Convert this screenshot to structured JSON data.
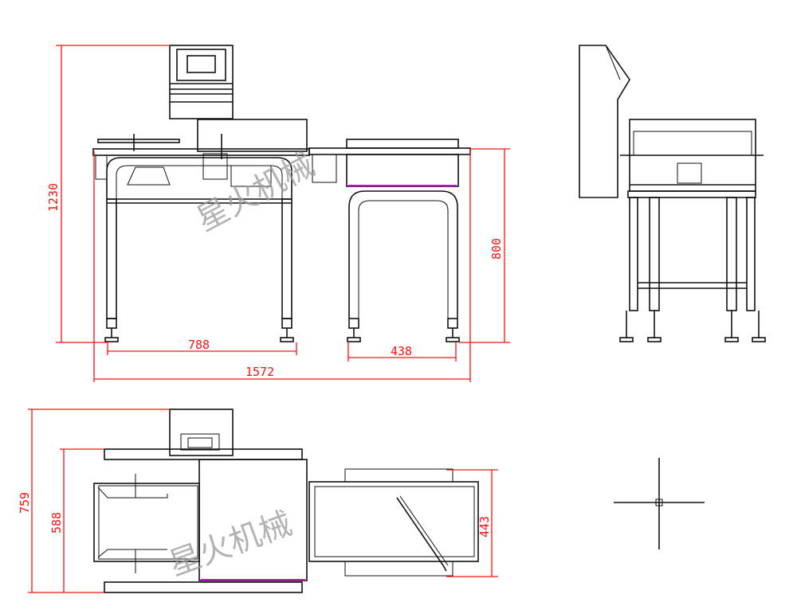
{
  "drawing": {
    "title_views": [
      "front-view",
      "side-view",
      "top-view"
    ],
    "watermark": "星火机械",
    "colors": {
      "line": "#111111",
      "dimension": "#ff1010",
      "belt": "#e000e0",
      "watermark": "#9a9a9a"
    }
  },
  "dimensions": {
    "overall_height": "1230",
    "conveyor_height": "800",
    "main_frame_width": "788",
    "reject_frame_width": "438",
    "overall_length": "1572",
    "overall_depth": "759",
    "frame_depth": "588",
    "reject_conveyor_depth": "443"
  }
}
